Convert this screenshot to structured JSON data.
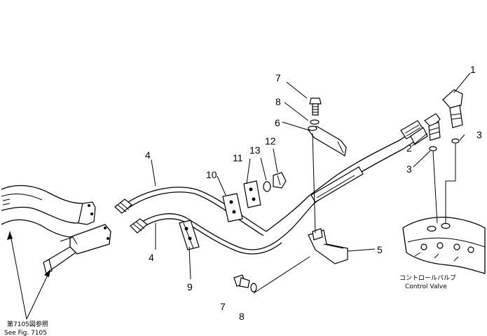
{
  "callouts": {
    "c1": "1",
    "c2": "2",
    "c3a": "3",
    "c3b": "3",
    "c4a": "4",
    "c4b": "4",
    "c5": "5",
    "c6": "6",
    "c7a": "7",
    "c7b": "7",
    "c8a": "8",
    "c8b": "8",
    "c9": "9",
    "c10": "10",
    "c11": "11",
    "c12": "12",
    "c13": "13"
  },
  "captions": {
    "control_valve_jp": "コントロールバルブ",
    "control_valve_en": "Control Valve",
    "see_fig_jp": "第7105図参照",
    "see_fig_en": "See Fig. 7105"
  }
}
